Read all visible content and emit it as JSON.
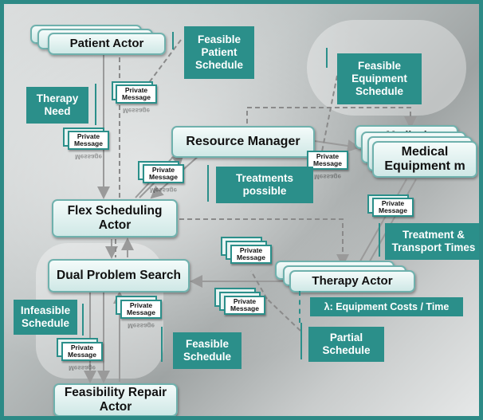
{
  "actors": {
    "patient": "Patient Actor",
    "resource_manager": "Resource Manager",
    "medical_equipment": "Medical Equipment m",
    "medical_partial": "Medical",
    "flex_scheduling": "Flex Scheduling Actor",
    "dual_problem": "Dual Problem Search",
    "therapy": "Therapy Actor",
    "feasibility_repair": "Feasibility Repair Actor"
  },
  "labels": {
    "feasible_patient_schedule": "Feasible Patient Schedule",
    "feasible_equipment_schedule": "Feasible Equipment Schedule",
    "therapy_need": "Therapy Need",
    "treatments_possible": "Treatments possible",
    "treatment_transport_times": "Treatment & Transport Times",
    "equipment_costs": "λ: Equipment Costs / Time",
    "partial_schedule": "Partial Schedule",
    "infeasible_schedule": "Infeasible Schedule",
    "feasible_schedule": "Feasible Schedule"
  },
  "message": {
    "text": "Private Message",
    "reflection": "Message"
  },
  "colors": {
    "teal": "#2b8f8a",
    "frame": "#2d8a86",
    "box_border": "#6fb1ad"
  }
}
